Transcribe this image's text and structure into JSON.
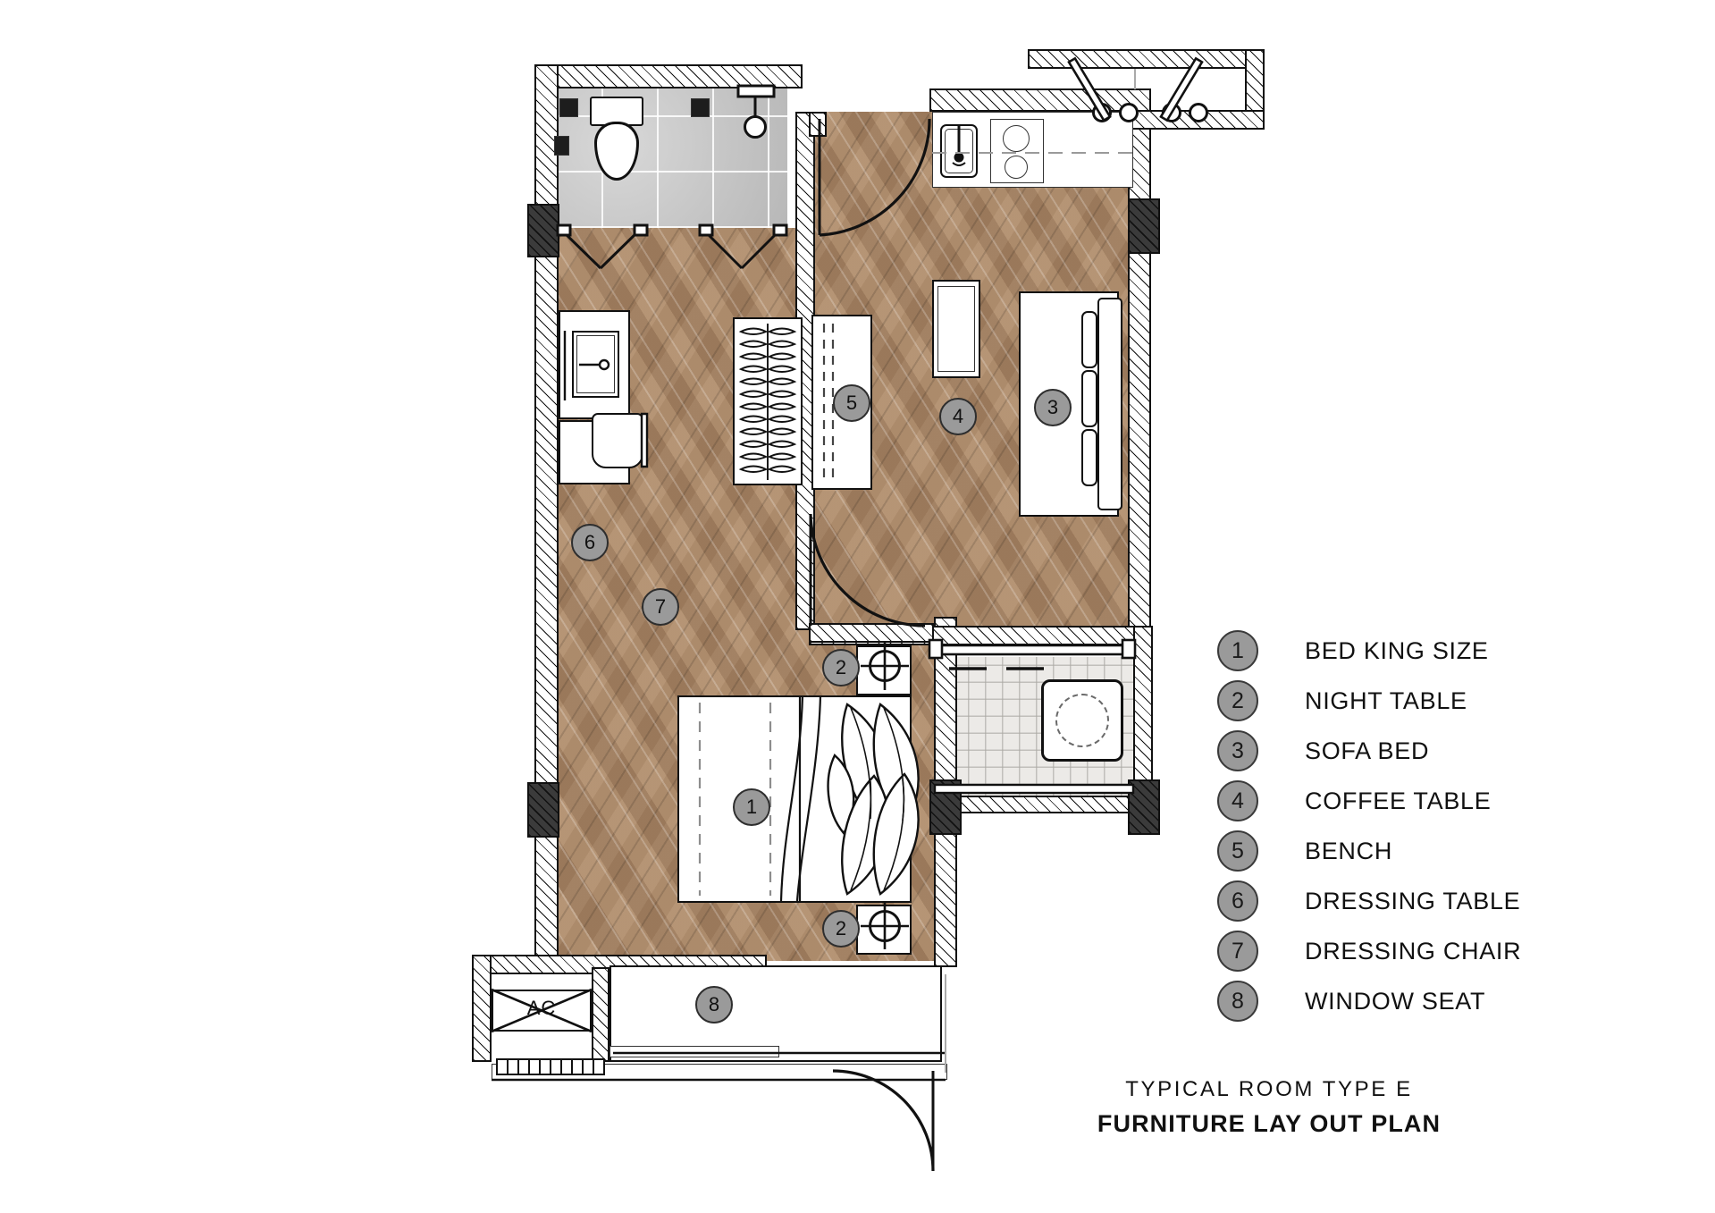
{
  "drawing": {
    "title_line1": "TYPICAL  ROOM  TYPE  E",
    "title_line2": "FURNITURE LAY OUT PLAN",
    "ac_label": "AC"
  },
  "legend": {
    "items": [
      {
        "number": "1",
        "label": "BED KING SIZE"
      },
      {
        "number": "2",
        "label": "NIGHT TABLE"
      },
      {
        "number": "3",
        "label": "SOFA BED"
      },
      {
        "number": "4",
        "label": "COFFEE TABLE"
      },
      {
        "number": "5",
        "label": "BENCH"
      },
      {
        "number": "6",
        "label": "DRESSING TABLE"
      },
      {
        "number": "7",
        "label": "DRESSING CHAIR"
      },
      {
        "number": "8",
        "label": "WINDOW SEAT"
      }
    ]
  },
  "plan_tags": [
    {
      "number": "5"
    },
    {
      "number": "4"
    },
    {
      "number": "3"
    },
    {
      "number": "6"
    },
    {
      "number": "7"
    },
    {
      "number": "2"
    },
    {
      "number": "1"
    },
    {
      "number": "2"
    },
    {
      "number": "8"
    }
  ],
  "colors": {
    "badge_fill": "#9a9a9a",
    "badge_stroke": "#2e2e2e",
    "ink": "#111111",
    "wood_floor": "#b09073",
    "grey_tile": "#c3c3c3",
    "mosaic_tile": "#eceae7",
    "column_fill": "#3b3b3b"
  }
}
